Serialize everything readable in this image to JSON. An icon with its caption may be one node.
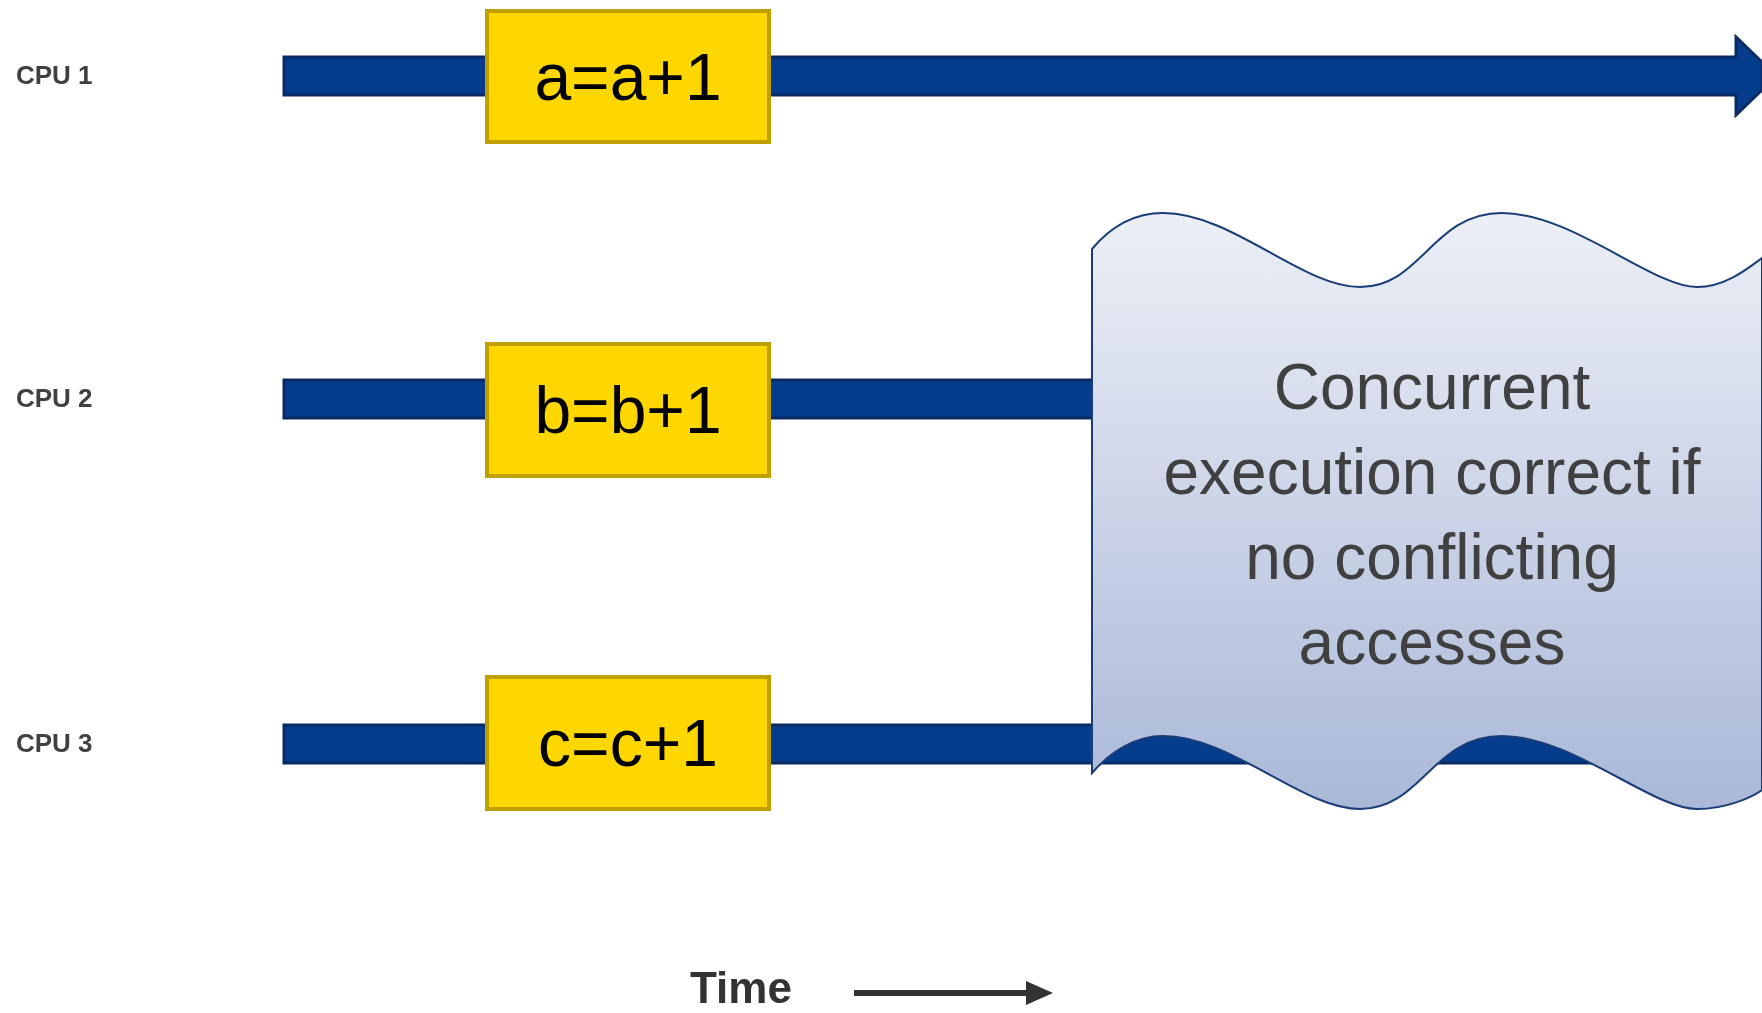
{
  "diagram": {
    "nodes": [
      {
        "text": [
          "a=a+1"
        ]
      },
      {
        "text": [
          "b=b+1"
        ]
      },
      {
        "text": [
          "c=c+1"
        ]
      },
      {
        "text": [
          "Concurrent execution correct if no conflicting accesses"
        ]
      }
    ],
    "labels": [
      "CPU 1",
      "CPU 2",
      "CPU 3",
      "Time"
    ]
  }
}
